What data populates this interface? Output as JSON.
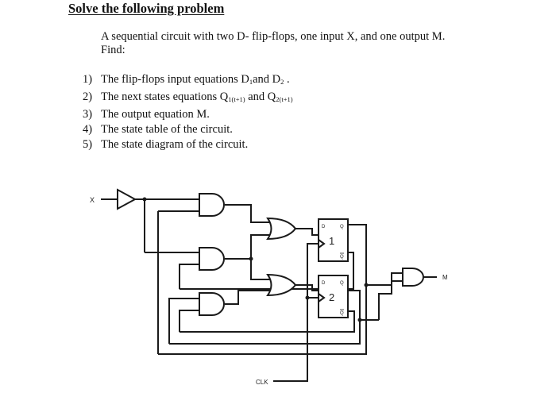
{
  "heading": "Solve the following problem",
  "intro": {
    "line1": "A sequential circuit with two D- flip-flops, one input X, and one output M.",
    "line2": "Find:"
  },
  "tasks": [
    {
      "num": "1)",
      "pre": "The flip-flops input equations D",
      "s1": "1",
      "mid": "and D",
      "s2": "2",
      "post": " ."
    },
    {
      "num": "2)",
      "pre": "The next states equations Q",
      "s1": "1(t+1)",
      "mid": " and Q",
      "s2": "2(t+1)",
      "post": ""
    },
    {
      "num": "3)",
      "text": "The output equation M."
    },
    {
      "num": "4)",
      "text": "The state table of the circuit."
    },
    {
      "num": "5)",
      "text": "The state diagram of the circuit."
    }
  ],
  "circuit": {
    "input_label": "X",
    "output_label": "M",
    "clock_label": "CLK",
    "ff1": {
      "id": "1",
      "d": "D",
      "q": "Q",
      "qbar": "Q"
    },
    "ff2": {
      "id": "2",
      "d": "D",
      "q": "Q",
      "qbar": "Q"
    }
  }
}
